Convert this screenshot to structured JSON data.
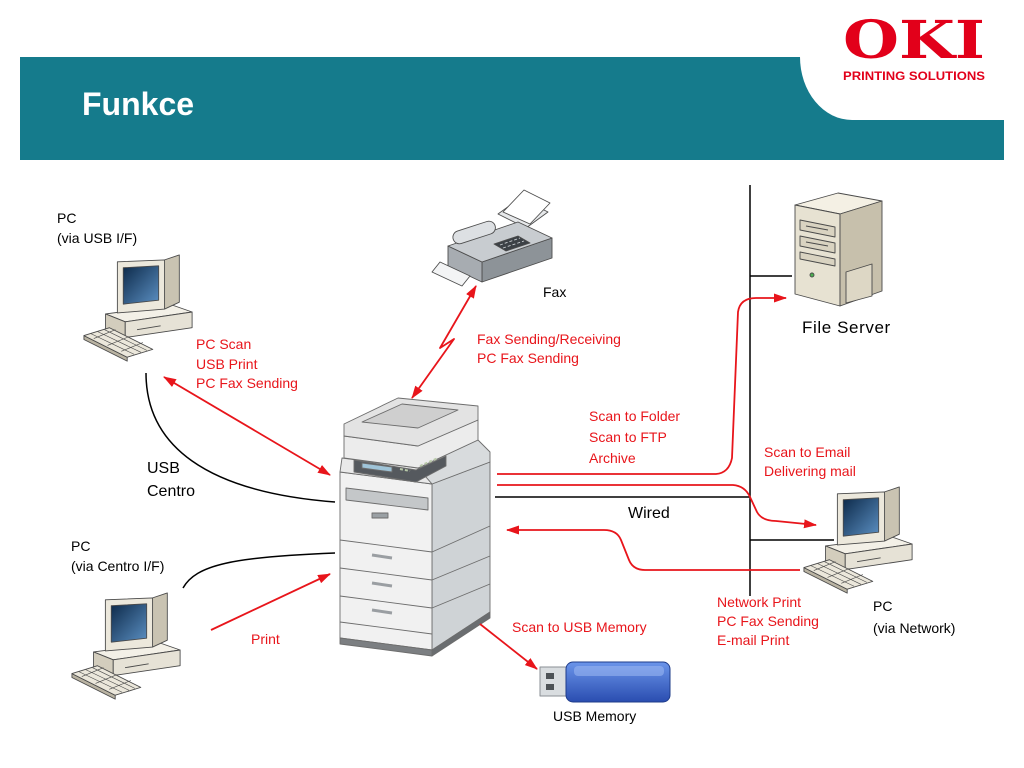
{
  "slide": {
    "title": "Funkce",
    "logo": {
      "brand": "OKI",
      "tagline": "PRINTING SOLUTIONS"
    }
  },
  "colors": {
    "header_band": "#157b8c",
    "logo_red": "#e2001a",
    "function_red": "#e8151b",
    "connection_black": "#000000"
  },
  "devices": {
    "mfp": {
      "icon": "multifunction-printer-icon"
    },
    "pc_usb": {
      "icon": "desktop-pc-icon",
      "label": "PC",
      "interface": "(via USB I/F)"
    },
    "pc_centro": {
      "icon": "desktop-pc-icon",
      "label": "PC",
      "interface": "(via Centro I/F)"
    },
    "pc_network": {
      "icon": "desktop-pc-icon",
      "label": "PC",
      "interface": "(via Network)"
    },
    "fax": {
      "icon": "fax-machine-icon",
      "label": "Fax"
    },
    "file_server": {
      "icon": "file-server-icon",
      "label": "File Server"
    },
    "usb_memory": {
      "icon": "usb-memory-icon",
      "label": "USB Memory"
    }
  },
  "connections": {
    "cable_labels": [
      "USB",
      "Centro"
    ],
    "network": "Wired"
  },
  "functions": {
    "pc_usb": [
      "PC Scan",
      "USB Print",
      "PC Fax Sending"
    ],
    "fax": [
      "Fax Sending/Receiving",
      "PC Fax Sending"
    ],
    "file_server": [
      "Scan to Folder",
      "Scan to FTP",
      "Archive"
    ],
    "email": [
      "Scan to Email",
      "Delivering mail"
    ],
    "network_pc": [
      "Network Print",
      "PC Fax Sending",
      "E-mail Print"
    ],
    "centro_pc": [
      "Print"
    ],
    "usb_memory": [
      "Scan to USB Memory"
    ]
  }
}
